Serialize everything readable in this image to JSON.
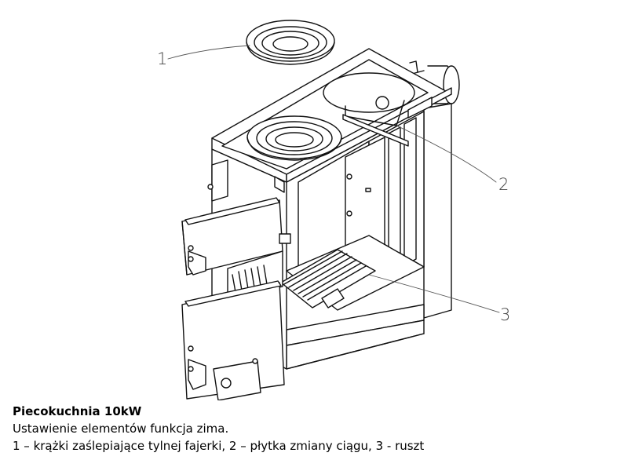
{
  "callouts": [
    "1",
    "2",
    "3"
  ],
  "caption": {
    "title": "Piecokuchnia 10kW",
    "line1": "Ustawienie elementów funkcja zima.",
    "line2": "1 – krążki zaślepiające tylnej fajerki, 2 – płytka zmiany ciągu, 3 - ruszt"
  }
}
